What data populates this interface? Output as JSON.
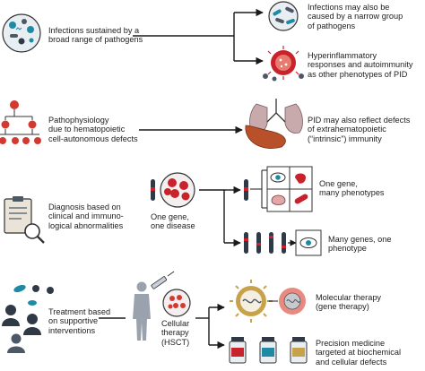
{
  "row1": {
    "left_text": "Infections sustained by a\nbroad range of pathogens",
    "top_text": "Infections may also be\ncaused by a narrow group\nof pathogens",
    "bottom_text": "Hyperinflammatory\nresponses and autoimmunity\nas other phenotypes of PID"
  },
  "row2": {
    "left_text": "Pathophysiology\ndue to hematopoietic\ncell-autonomous defects",
    "right_text": "PID may also reflect defects\nof extrahematopoietic\n(“intrinsic”) immunity"
  },
  "row3": {
    "left_text": "Diagnosis based on\nclinical and immuno-\nlogical abnormalities",
    "center_text": "One gene,\none disease",
    "top_right_text": "One gene,\nmany phenotypes",
    "bottom_right_text": "Many genes, one\nphenotype"
  },
  "row4": {
    "left_text": "Treatment based\non supportive\ninterventions",
    "center_text": "Cellular\ntherapy\n(HSCT)",
    "top_right_text": "Molecular therapy\n(gene therapy)",
    "bottom_right_text": "Precision medicine\ntargeted at biochemical\nand cellular defects"
  },
  "colors": {
    "line": "#1a1a1a",
    "icon_gray": "#4d5866",
    "pathogen_teal": "#1f8aa3",
    "blood_red": "#c8232c",
    "bone_marrow_red": "#d23a30"
  }
}
